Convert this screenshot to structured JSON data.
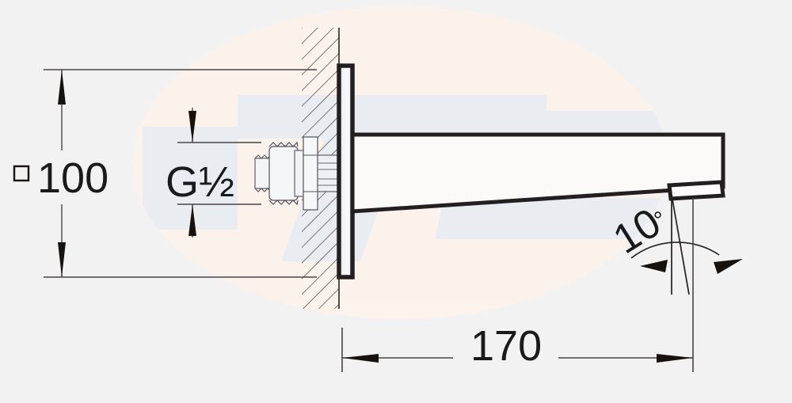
{
  "drawing": {
    "title": "Wall-mounted spout technical dimension drawing",
    "background_color": "#f2f2f2",
    "line_color": "#231f20",
    "thin_line_color": "#4a4346",
    "watermark": {
      "circle_color": "#fcf2ec",
      "letter_color": "#e9edf3",
      "letters": "TS"
    }
  },
  "dimensions": {
    "height_label": "100",
    "height_prefix": "□",
    "thread_label": "G½",
    "projection_label": "170",
    "angle_label": "10",
    "angle_unit": "°"
  },
  "parts": {
    "wall_name": "wall-section-hatched",
    "escutcheon_name": "escutcheon-plate",
    "spout_name": "spout-body",
    "outlet_name": "spout-outlet-nozzle",
    "fitting_name": "threaded-connector-g-half",
    "nut_name": "fixing-nut"
  }
}
